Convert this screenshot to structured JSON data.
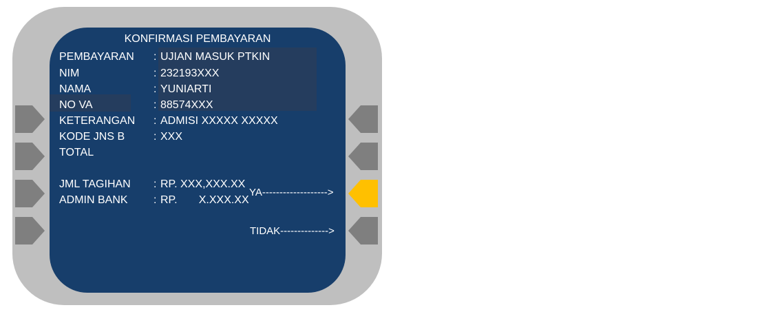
{
  "screen": {
    "title": "KONFIRMASI PEMBAYARAN",
    "rows": [
      {
        "label": "PEMBAYARAN",
        "value": "UJIAN MASUK PTKIN"
      },
      {
        "label": "NIM",
        "value": "232193XXX"
      },
      {
        "label": "NAMA",
        "value": "YUNIARTI"
      },
      {
        "label": "NO VA",
        "value": "88574XXX"
      },
      {
        "label": "KETERANGAN",
        "value": "ADMISI XXXXX XXXXX"
      },
      {
        "label": "KODE JNS B",
        "value": "XXX"
      },
      {
        "label": "TOTAL"
      },
      {
        "label": "JML TAGIHAN",
        "value": "RP. XXX,XXX.XX"
      },
      {
        "label": "ADMIN BANK",
        "value": "RP.       X.XXX.XX"
      }
    ],
    "separator": ":",
    "options": {
      "yes": "YA------------------->",
      "no": "TIDAK-------------->"
    }
  },
  "colors": {
    "frame": "#bfbfbf",
    "screen": "#173e6b",
    "button": "#7f7f7f",
    "active_button": "#ffc000"
  }
}
